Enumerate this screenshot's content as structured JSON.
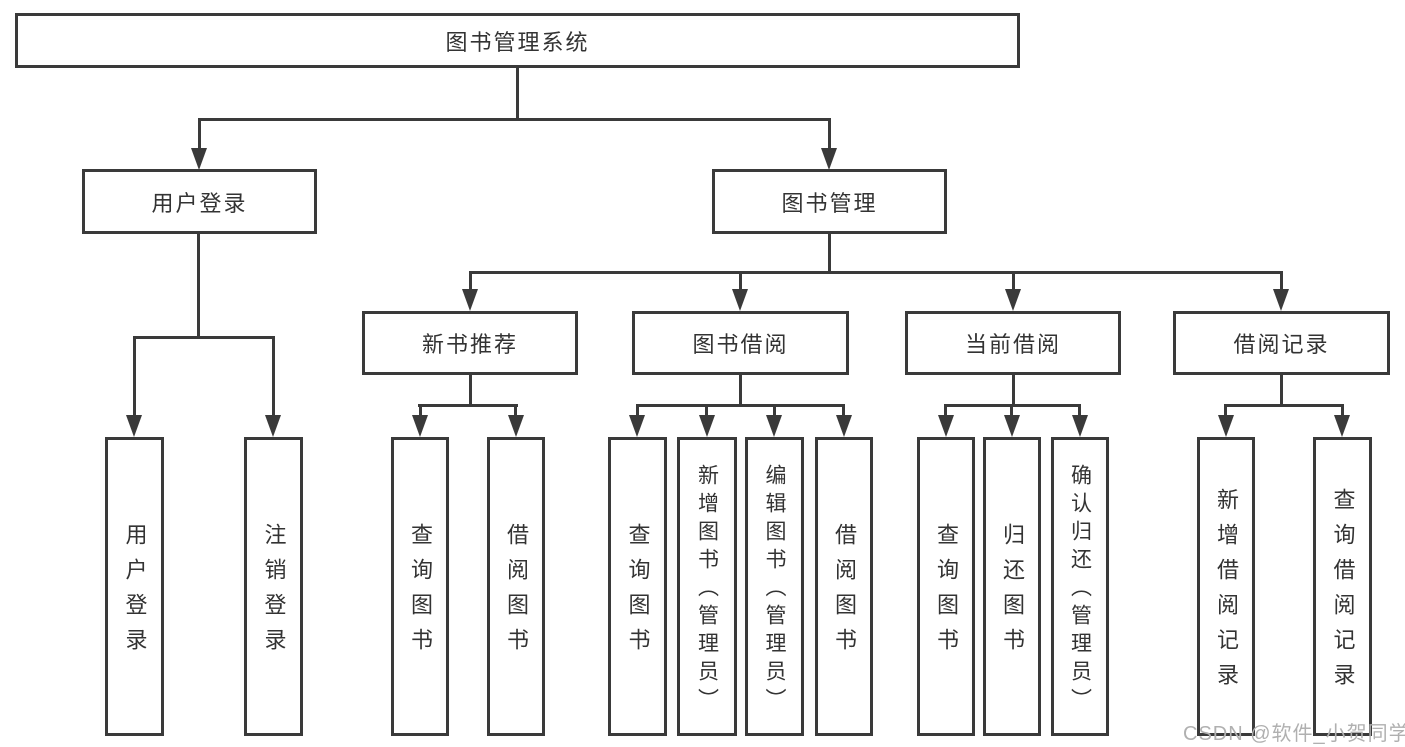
{
  "colors": {
    "line": "#3a3a3a",
    "text": "#333333",
    "watermark": "#b0b0b0",
    "background": "#ffffff"
  },
  "diagram": {
    "root": {
      "label": "图书管理系统"
    },
    "level2": [
      {
        "label": "用户登录",
        "children": [
          {
            "label": "用户登录"
          },
          {
            "label": "注销登录"
          }
        ]
      },
      {
        "label": "图书管理",
        "children": [
          {
            "label": "新书推荐",
            "children": [
              {
                "label": "查询图书"
              },
              {
                "label": "借阅图书"
              }
            ]
          },
          {
            "label": "图书借阅",
            "children": [
              {
                "label": "查询图书"
              },
              {
                "label": "新增图书（管理员）"
              },
              {
                "label": "编辑图书（管理员）"
              },
              {
                "label": "借阅图书"
              }
            ]
          },
          {
            "label": "当前借阅",
            "children": [
              {
                "label": "查询图书"
              },
              {
                "label": "归还图书"
              },
              {
                "label": "确认归还（管理员）"
              }
            ]
          },
          {
            "label": "借阅记录",
            "children": [
              {
                "label": "新增借阅记录"
              },
              {
                "label": "查询借阅记录"
              }
            ]
          }
        ]
      }
    ]
  },
  "watermark": {
    "text": "CSDN @软件_小贺同学"
  }
}
